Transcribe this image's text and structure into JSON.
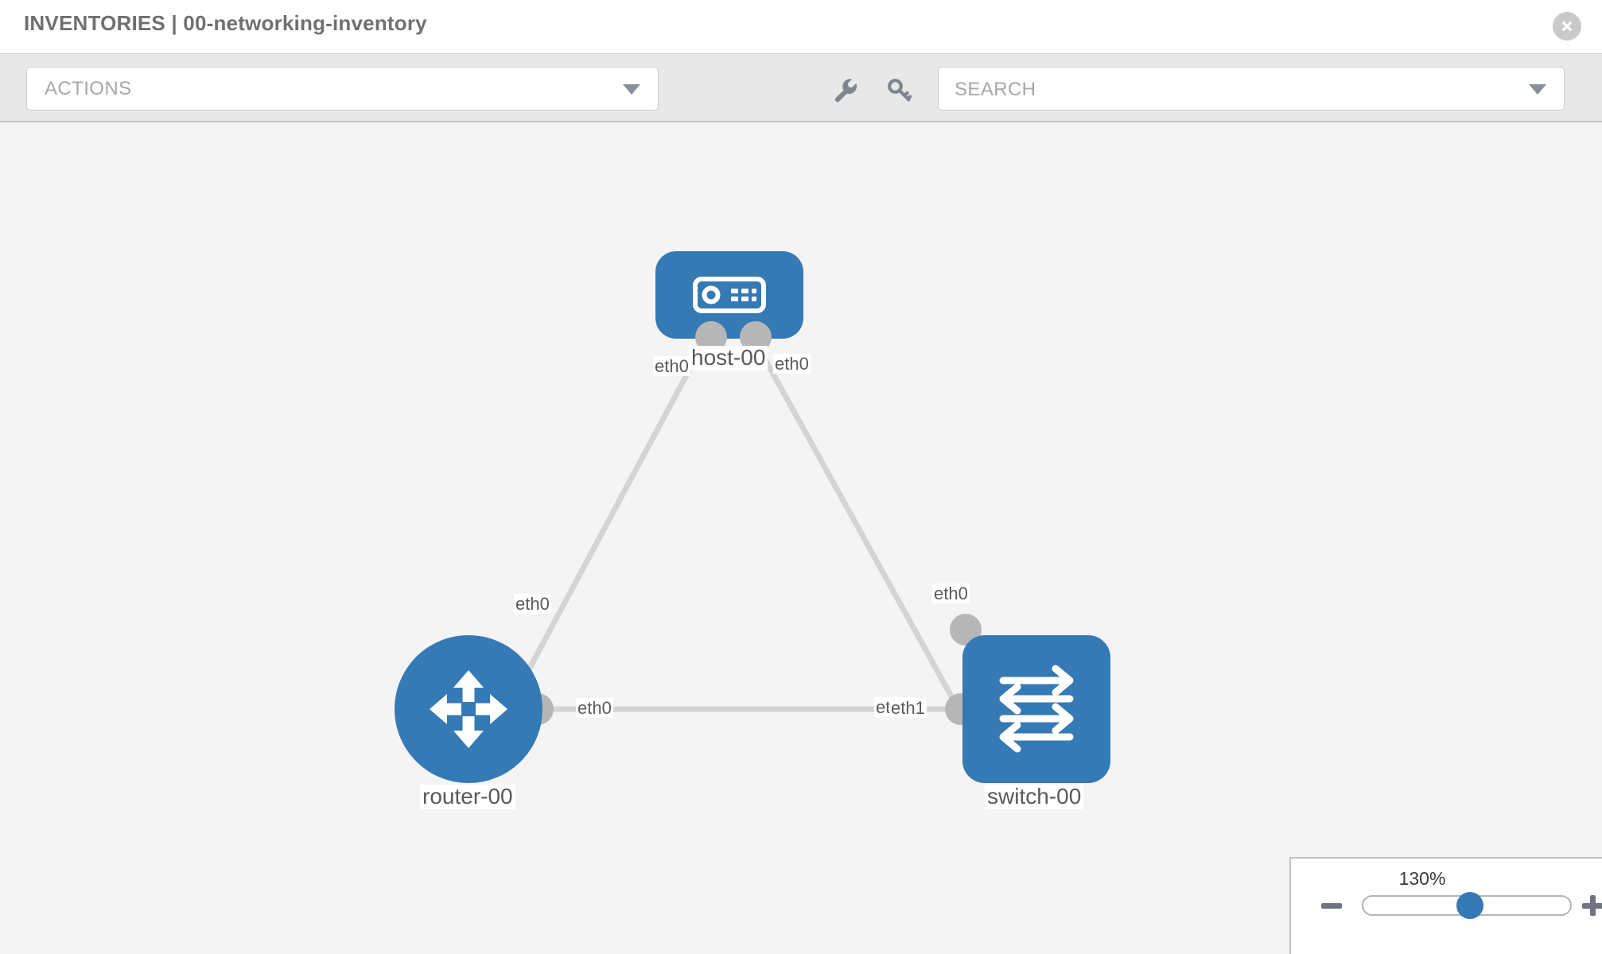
{
  "header": {
    "title": "INVENTORIES | 00-networking-inventory",
    "close_icon": "close-circle-icon"
  },
  "toolbar": {
    "actions_label": "ACTIONS",
    "actions_caret_icon": "chevron-down-icon",
    "wrench_icon": "wrench-icon",
    "key_icon": "key-icon",
    "search_value": "",
    "search_placeholder": "SEARCH",
    "search_caret_icon": "chevron-down-icon"
  },
  "topology": {
    "accent_color": "#3579b5",
    "link_color": "#d4d4d4",
    "knob_color": "#b6b6b6",
    "canvas_color": "#f4f4f4",
    "nodes": [
      {
        "id": "host-00",
        "label": "host-00",
        "type": "host",
        "icon": "server-appliance-icon"
      },
      {
        "id": "router-00",
        "label": "router-00",
        "type": "router",
        "icon": "router-four-arrows-icon"
      },
      {
        "id": "switch-00",
        "label": "switch-00",
        "type": "switch",
        "icon": "switch-arrows-icon"
      }
    ],
    "interface_labels": {
      "host_left": "eth0",
      "host_right": "eth0",
      "router_up": "eth0",
      "router_right": "eth0",
      "switch_up": "eth0",
      "switch_left_a": "eth0",
      "switch_left_b": "eth1"
    },
    "links": [
      {
        "from": "host-00",
        "from_iface": "eth0",
        "to": "router-00",
        "to_iface": "eth0"
      },
      {
        "from": "host-00",
        "from_iface": "eth0",
        "to": "switch-00",
        "to_iface": "eth0"
      },
      {
        "from": "router-00",
        "from_iface": "eth0",
        "to": "switch-00",
        "to_iface": "eth1"
      }
    ]
  },
  "zoom_control": {
    "value_label": "130%",
    "minus_icon": "minus-icon",
    "plus_icon": "plus-icon"
  }
}
